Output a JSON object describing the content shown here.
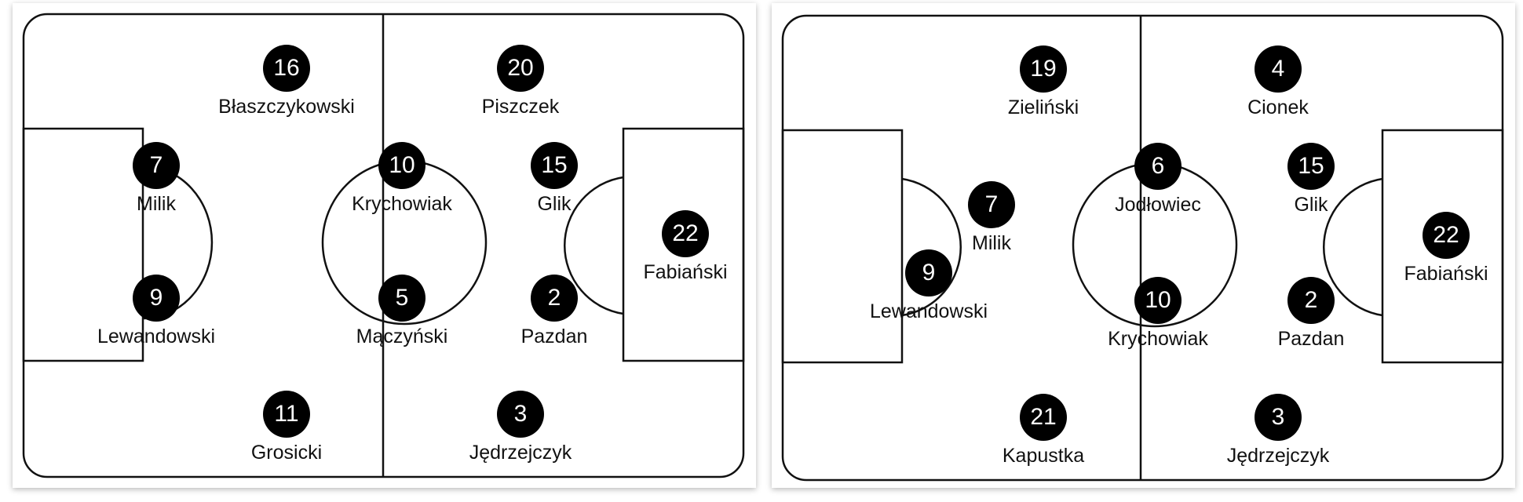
{
  "formations": [
    {
      "players": [
        {
          "number": "16",
          "name": "Błaszczykowski"
        },
        {
          "number": "20",
          "name": "Piszczek"
        },
        {
          "number": "7",
          "name": "Milik"
        },
        {
          "number": "10",
          "name": "Krychowiak"
        },
        {
          "number": "15",
          "name": "Glik"
        },
        {
          "number": "22",
          "name": "Fabiański"
        },
        {
          "number": "9",
          "name": "Lewandowski"
        },
        {
          "number": "5",
          "name": "Mączyński"
        },
        {
          "number": "2",
          "name": "Pazdan"
        },
        {
          "number": "11",
          "name": "Grosicki"
        },
        {
          "number": "3",
          "name": "Jędrzejczyk"
        }
      ]
    },
    {
      "players": [
        {
          "number": "19",
          "name": "Zieliński"
        },
        {
          "number": "4",
          "name": "Cionek"
        },
        {
          "number": "6",
          "name": "Jodłowiec"
        },
        {
          "number": "15",
          "name": "Glik"
        },
        {
          "number": "7",
          "name": "Milik"
        },
        {
          "number": "22",
          "name": "Fabiański"
        },
        {
          "number": "9",
          "name": "Lewandowski"
        },
        {
          "number": "10",
          "name": "Krychowiak"
        },
        {
          "number": "2",
          "name": "Pazdan"
        },
        {
          "number": "21",
          "name": "Kapustka"
        },
        {
          "number": "3",
          "name": "Jędrzejczyk"
        }
      ]
    }
  ],
  "colors": {
    "line": "#111111",
    "badge": "#000000",
    "badge_text": "#ffffff",
    "background": "#ffffff"
  }
}
